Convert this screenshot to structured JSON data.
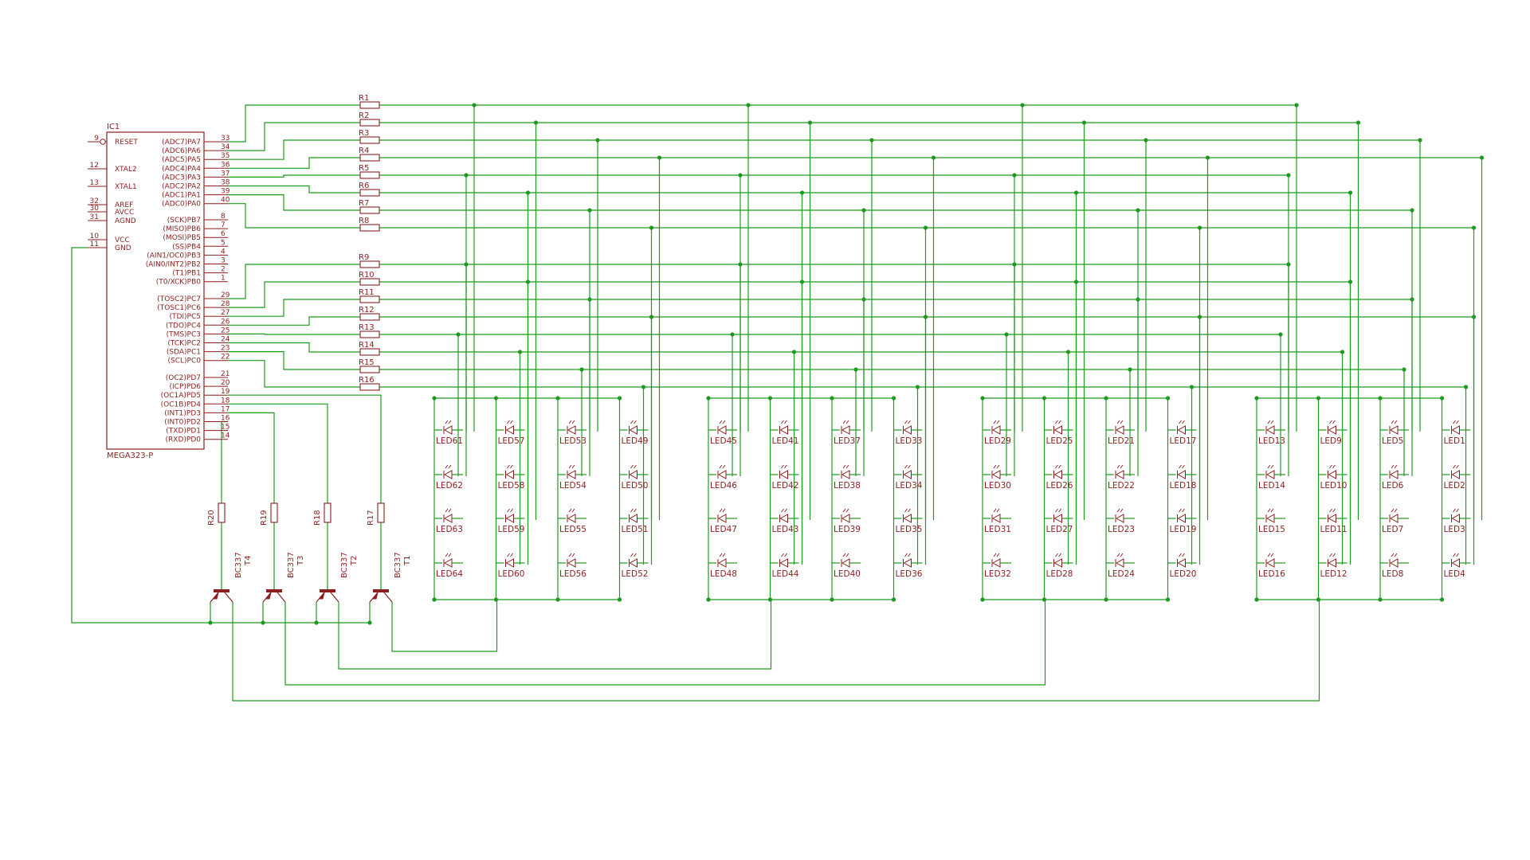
{
  "ic": {
    "ref": "IC1",
    "part": "MEGA323-P",
    "left_pins": [
      {
        "num": "9",
        "name": "RESET"
      },
      {
        "num": "12",
        "name": "XTAL2"
      },
      {
        "num": "13",
        "name": "XTAL1"
      },
      {
        "num": "32",
        "name": "AREF"
      },
      {
        "num": "30",
        "name": "AVCC"
      },
      {
        "num": "31",
        "name": "AGND"
      },
      {
        "num": "10",
        "name": "VCC"
      },
      {
        "num": "11",
        "name": "GND"
      }
    ],
    "right_pins": [
      {
        "num": "33",
        "name": "(ADC7)PA7"
      },
      {
        "num": "34",
        "name": "(ADC6)PA6"
      },
      {
        "num": "35",
        "name": "(ADC5)PA5"
      },
      {
        "num": "36",
        "name": "(ADC4)PA4"
      },
      {
        "num": "37",
        "name": "(ADC3)PA3"
      },
      {
        "num": "38",
        "name": "(ADC2)PA2"
      },
      {
        "num": "39",
        "name": "(ADC1)PA1"
      },
      {
        "num": "40",
        "name": "(ADC0)PA0"
      },
      {
        "num": "8",
        "name": "(SCK)PB7"
      },
      {
        "num": "7",
        "name": "(MISO)PB6"
      },
      {
        "num": "6",
        "name": "(MOSI)PB5"
      },
      {
        "num": "5",
        "name": "(SS)PB4"
      },
      {
        "num": "4",
        "name": "(AIN1/OC0)PB3"
      },
      {
        "num": "3",
        "name": "(AIN0/INT2)PB2"
      },
      {
        "num": "2",
        "name": "(T1)PB1"
      },
      {
        "num": "1",
        "name": "(T0/XCK)PB0"
      },
      {
        "num": "29",
        "name": "(TOSC2)PC7"
      },
      {
        "num": "28",
        "name": "(TOSC1)PC6"
      },
      {
        "num": "27",
        "name": "(TDI)PC5"
      },
      {
        "num": "26",
        "name": "(TDO)PC4"
      },
      {
        "num": "25",
        "name": "(TMS)PC3"
      },
      {
        "num": "24",
        "name": "(TCK)PC2"
      },
      {
        "num": "23",
        "name": "(SDA)PC1"
      },
      {
        "num": "22",
        "name": "(SCL)PC0"
      },
      {
        "num": "21",
        "name": "(OC2)PD7"
      },
      {
        "num": "20",
        "name": "(ICP)PD6"
      },
      {
        "num": "19",
        "name": "(OC1A)PD5"
      },
      {
        "num": "18",
        "name": "(OC1B)PD4"
      },
      {
        "num": "17",
        "name": "(INT1)PD3"
      },
      {
        "num": "16",
        "name": "(INT0)PD2"
      },
      {
        "num": "15",
        "name": "(TXD)PD1"
      },
      {
        "num": "14",
        "name": "(RXD)PD0"
      }
    ]
  },
  "row_resistors": [
    "R1",
    "R2",
    "R3",
    "R4",
    "R5",
    "R6",
    "R7",
    "R8",
    "R9",
    "R10",
    "R11",
    "R12",
    "R13",
    "R14",
    "R15",
    "R16"
  ],
  "base_resistors": [
    "R20",
    "R19",
    "R18",
    "R17"
  ],
  "transistors": [
    {
      "ref": "T4",
      "part": "BC337"
    },
    {
      "ref": "T3",
      "part": "BC337"
    },
    {
      "ref": "T2",
      "part": "BC337"
    },
    {
      "ref": "T1",
      "part": "BC337"
    }
  ],
  "led_grid": [
    [
      61,
      62,
      63,
      64
    ],
    [
      57,
      58,
      59,
      60
    ],
    [
      53,
      54,
      55,
      56
    ],
    [
      49,
      50,
      51,
      52
    ],
    [
      45,
      46,
      47,
      48
    ],
    [
      41,
      42,
      43,
      44
    ],
    [
      37,
      38,
      39,
      40
    ],
    [
      33,
      34,
      35,
      36
    ],
    [
      29,
      30,
      31,
      32
    ],
    [
      25,
      26,
      27,
      28
    ],
    [
      21,
      22,
      23,
      24
    ],
    [
      17,
      18,
      19,
      20
    ],
    [
      13,
      14,
      15,
      16
    ],
    [
      9,
      10,
      11,
      12
    ],
    [
      5,
      6,
      7,
      8
    ],
    [
      1,
      2,
      3,
      4
    ]
  ],
  "led_prefix": "LED",
  "colors": {
    "wire": "#1e9b1e",
    "symbol": "#8b1f1f",
    "background": "#ffffff"
  }
}
